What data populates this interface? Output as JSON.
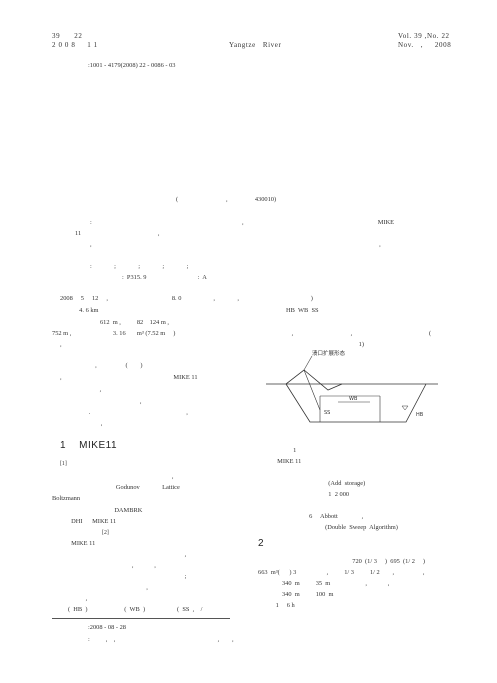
{
  "header": {
    "vol_cn": "39      22",
    "year_cn": "2 0 0 8     1 1",
    "journal_en": "Yangtze   River",
    "vol_en": "Vol. 39 ,No. 22",
    "date_en": "Nov.   ,     2008"
  },
  "article_no": ":1001 - 4179(2008) 22 - 0086 - 03",
  "affiliation": "(                              ,                 430010)",
  "abstract_lines": [
    ":                                                                                              ,                                                                                    MIKE",
    "11                                                ,",
    ",                                                                                                                                                                                    ,",
    "",
    ":              ;              ;              ;              ;",
    "                    :  P315. 9                                :  A"
  ],
  "body_left": [
    "2008     5     12     ,                                        8. 0                    ,              ,",
    "            4. 6 km",
    "                         612  m ,          82    124 m ,",
    "752 m ,                          3. 16       m³ (7.52 m     )",
    ","
  ],
  "body_right": [
    "                            )",
    "HB  WB  SS",
    "",
    "                ,                                    ,                                                (",
    "                                                          1)"
  ],
  "para_left": [
    "                      ,                  (        )",
    ",                                                                      MIKE 11",
    "      ,",
    "",
    "                                                  ,",
    "                  .                                                            ,",
    "        ,"
  ],
  "figure": {
    "label": "溃口扩展形态",
    "wb": "WB",
    "ss": "SS",
    "hb": "HB"
  },
  "section1_title": "1    MIKE11",
  "sec1_left": [
    "[1]",
    "                                                                      ,",
    "                                   Godunov              Lattice",
    "Boltzmann",
    "                                  DAMBRK",
    "       DHI      MIKE 11",
    "                             [2]",
    "       MIKE 11",
    "                                                                              ,",
    "                                             ,             ,",
    "                                                                              ;",
    "                                                      ,",
    "                ,",
    "",
    "     (  HB  )                       (  WB  )                    (  SS  ,    /"
  ],
  "sec1_right": [
    "                 1",
    "       MIKE 11",
    "",
    "                                       (Add  storage)",
    "                                       1  2 000",
    "",
    "                           6     Abbott               ,",
    "                                     (Double  Sweep  Algorithm)"
  ],
  "section2_title": "2",
  "sec2_right": [
    "                                                      720  (1/ 3     )  695  (1/ 2     )",
    "663  m³(      ) 3                   ,          1/ 3          1/ 2        ,                  ,",
    "               340  m          35  m                      ,             ,",
    "               340  m          100  m",
    "           1     6 h"
  ],
  "footnote": {
    "received": ":2008 - 08 - 28",
    "author": ":          ,    ,                                                                ,        ,"
  }
}
